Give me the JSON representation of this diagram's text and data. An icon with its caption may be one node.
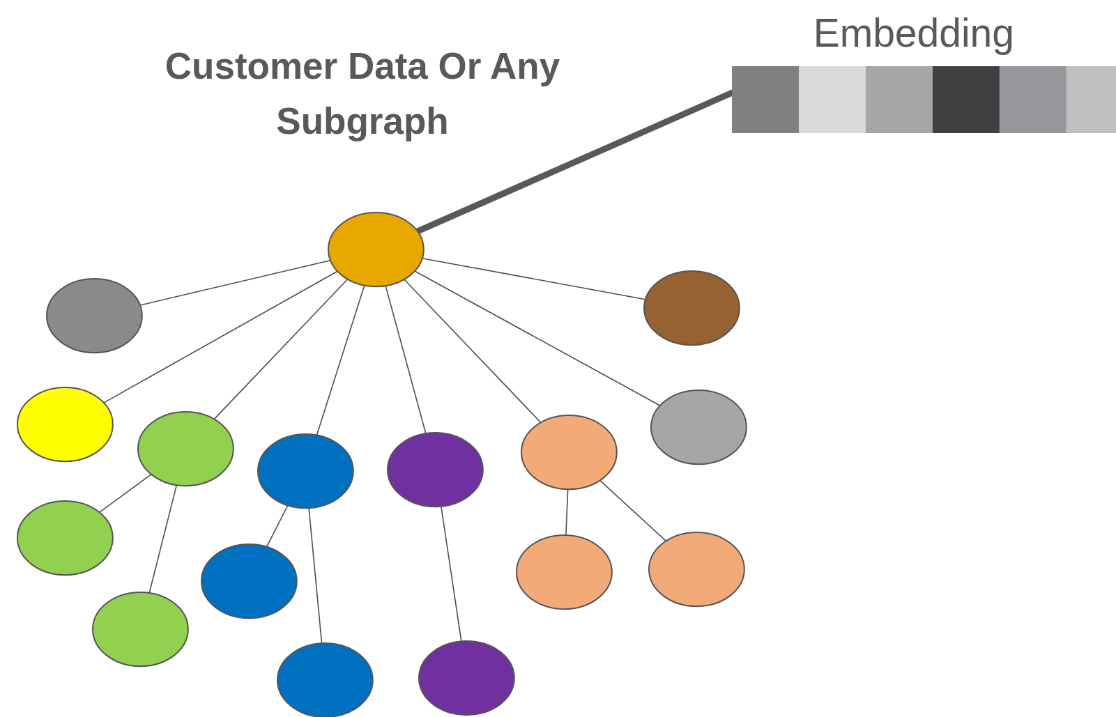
{
  "diagram": {
    "title": "Customer Data Or Any Subgraph",
    "nodes": [
      {
        "text": [
          "Embedding"
        ]
      },
      {
        "text": [],
        "shape": "circle"
      },
      {
        "text": [],
        "shape": "circle"
      },
      {
        "text": [],
        "shape": "circle"
      },
      {
        "text": [],
        "shape": "circle"
      },
      {
        "text": [],
        "shape": "circle"
      },
      {
        "text": [],
        "shape": "circle"
      },
      {
        "text": [],
        "shape": "circle"
      },
      {
        "text": [],
        "shape": "circle"
      },
      {
        "text": [],
        "shape": "circle"
      },
      {
        "text": [],
        "shape": "circle"
      },
      {
        "text": [],
        "shape": "circle"
      },
      {
        "text": [],
        "shape": "circle"
      },
      {
        "text": [],
        "shape": "circle"
      },
      {
        "text": [],
        "shape": "circle"
      },
      {
        "text": [],
        "shape": "circle"
      },
      {
        "text": [],
        "shape": "circle"
      }
    ],
    "edges": [
      {
        "from": 1,
        "to": 0,
        "arrow": "none",
        "style": "thick"
      },
      {
        "from": 1,
        "to": 2,
        "arrow": "none"
      },
      {
        "from": 1,
        "to": 3,
        "arrow": "none"
      },
      {
        "from": 1,
        "to": 4,
        "arrow": "none"
      },
      {
        "from": 1,
        "to": 5,
        "arrow": "none"
      },
      {
        "from": 1,
        "to": 6,
        "arrow": "none"
      },
      {
        "from": 1,
        "to": 7,
        "arrow": "none"
      },
      {
        "from": 1,
        "to": 8,
        "arrow": "none"
      },
      {
        "from": 1,
        "to": 9,
        "arrow": "none"
      },
      {
        "from": 6,
        "to": 10,
        "arrow": "none"
      },
      {
        "from": 6,
        "to": 14,
        "arrow": "none"
      },
      {
        "from": 8,
        "to": 13,
        "arrow": "none"
      },
      {
        "from": 8,
        "to": 15,
        "arrow": "none"
      },
      {
        "from": 9,
        "to": 16,
        "arrow": "none"
      },
      {
        "from": 7,
        "to": 11,
        "arrow": "none"
      },
      {
        "from": 7,
        "to": 12,
        "arrow": "none"
      }
    ]
  }
}
